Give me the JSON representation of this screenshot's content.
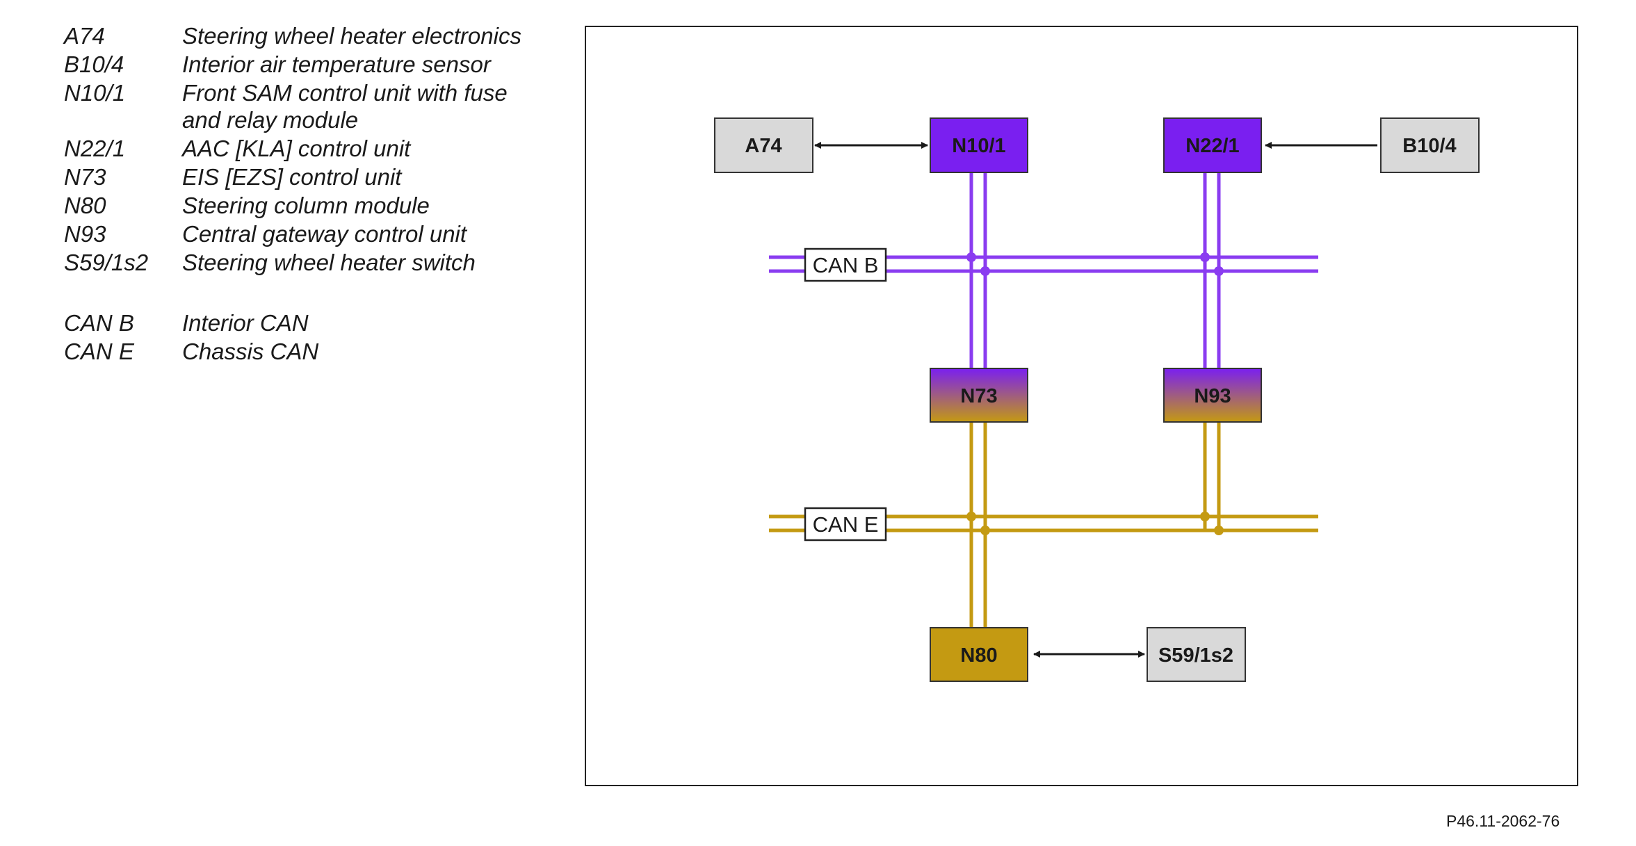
{
  "legend": {
    "items": [
      {
        "code": "A74",
        "lines": [
          "Steering wheel heater electronics"
        ]
      },
      {
        "code": "B10/4",
        "lines": [
          "Interior air temperature sensor"
        ]
      },
      {
        "code": "N10/1",
        "lines": [
          "Front SAM control unit with fuse",
          "and relay module"
        ]
      },
      {
        "code": "N22/1",
        "lines": [
          "AAC [KLA] control unit"
        ]
      },
      {
        "code": "N73",
        "lines": [
          "EIS [EZS] control unit"
        ]
      },
      {
        "code": "N80",
        "lines": [
          "Steering column module"
        ]
      },
      {
        "code": "N93",
        "lines": [
          "Central gateway control unit"
        ]
      },
      {
        "code": "S59/1s2",
        "lines": [
          "Steering wheel heater switch"
        ]
      }
    ],
    "bus_items": [
      {
        "code": "CAN B",
        "lines": [
          "Interior CAN"
        ]
      },
      {
        "code": "CAN E",
        "lines": [
          "Chassis CAN"
        ]
      }
    ]
  },
  "diagram": {
    "buses": [
      {
        "id": "can-b",
        "label": "CAN B",
        "color": "#8a3cf0"
      },
      {
        "id": "can-e",
        "label": "CAN E",
        "color": "#c49a12"
      }
    ],
    "nodes": [
      {
        "id": "a74",
        "label": "A74",
        "style": "gray"
      },
      {
        "id": "n10-1",
        "label": "N10/1",
        "style": "purple"
      },
      {
        "id": "n22-1",
        "label": "N22/1",
        "style": "purple"
      },
      {
        "id": "b10-4",
        "label": "B10/4",
        "style": "gray"
      },
      {
        "id": "n73",
        "label": "N73",
        "style": "gradient"
      },
      {
        "id": "n93",
        "label": "N93",
        "style": "gradient"
      },
      {
        "id": "n80",
        "label": "N80",
        "style": "gold"
      },
      {
        "id": "s59-1s2",
        "label": "S59/1s2",
        "style": "gray"
      }
    ],
    "colors": {
      "purple": "#7a1ff0",
      "gold": "#c49a12",
      "gray": "#d9d9d9",
      "box_border": "#333333",
      "arrow": "#1a1a1a"
    }
  },
  "figure_code": "P46.11-2062-76"
}
